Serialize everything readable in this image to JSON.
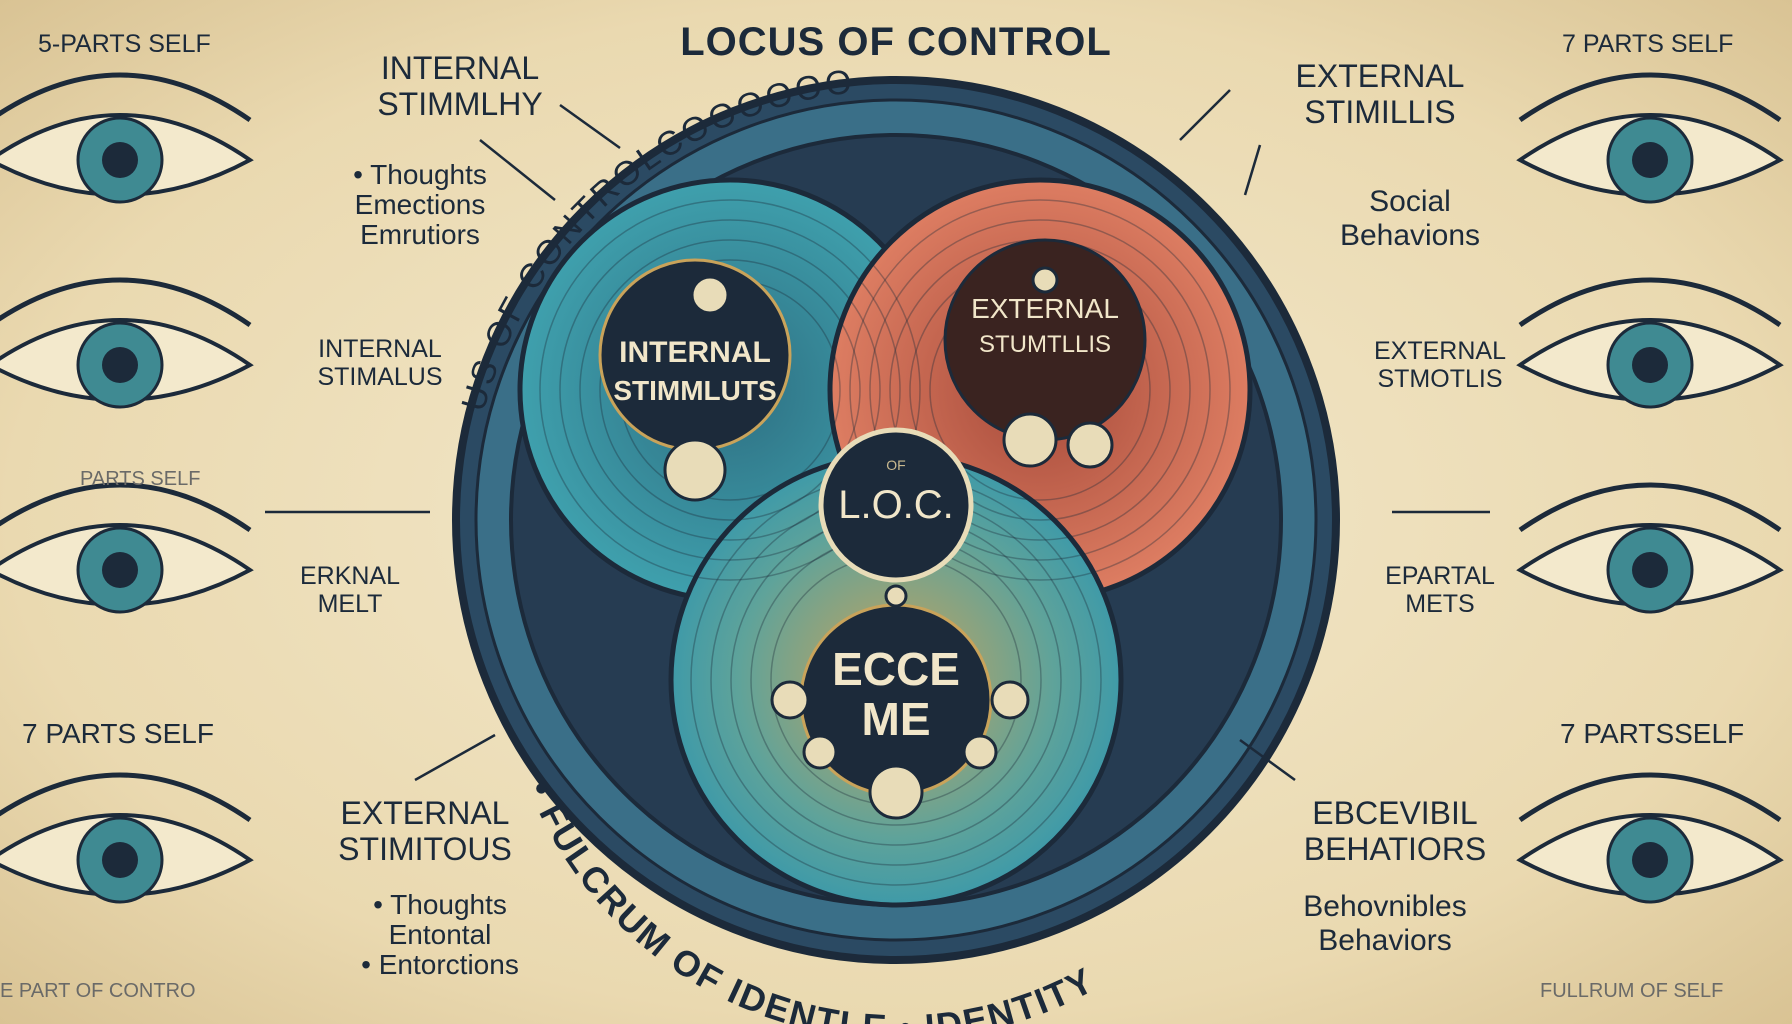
{
  "title": "LOCUS OF CONTROL",
  "top_left_label": "5-PARTS SELF",
  "top_right_label": "7 PARTS SELF",
  "left": {
    "internal_header": [
      "INTERNAL",
      "STIMMLHY"
    ],
    "internal_items": [
      "• Thoughts",
      "Emections",
      "Emrutiors"
    ],
    "internal_stim": [
      "INTERNAL",
      "STIMALUS"
    ],
    "parts_self_faint": "PARTS SELF",
    "erknal_melt": [
      "ERKNAL",
      "MELT"
    ],
    "seven_parts": "7 PARTS SELF",
    "external_header": [
      "EXTERNAL",
      "STIMITOUS"
    ],
    "external_items": [
      "• Thoughts",
      "Entontal",
      "• Entorctions"
    ],
    "bottom_faint": "E PART OF CONTRO"
  },
  "right": {
    "external_header": [
      "EXTERNAL",
      "STIMILLIS"
    ],
    "external_items": [
      "Social",
      "Behavions"
    ],
    "external_stim": [
      "EXTERNAL",
      "STMOTLIS"
    ],
    "epartal": [
      "EPARTAL",
      "METS"
    ],
    "seven_parts": "7 PARTSSELF",
    "ebcevibil_header": [
      "EBCEVIBIL",
      "BEHATIORS"
    ],
    "ebcevibil_items": [
      "Behovnibles",
      "Behaviors"
    ],
    "bottom_faint": "FULLRUM OF SELF"
  },
  "diagram": {
    "ring_text_top": "US OF CONTROLCOOOOOO",
    "ring_text_bottom": "• FULCRUM OF IDENTLE • IDENTITY",
    "left_circle_label": [
      "INTERNAL",
      "STIMMLUTS"
    ],
    "right_circle_label": [
      "EXTERNAL",
      "STUMTLLIS"
    ],
    "loc_small": "OF",
    "loc_label": "L.O.C.",
    "center_label": [
      "ECCE",
      "ME"
    ]
  },
  "colors": {
    "teal": "#3f9aa8",
    "coral": "#d9795c",
    "navy": "#1c2a3a",
    "gold": "#c9a35a",
    "paper": "#efe4c4"
  }
}
